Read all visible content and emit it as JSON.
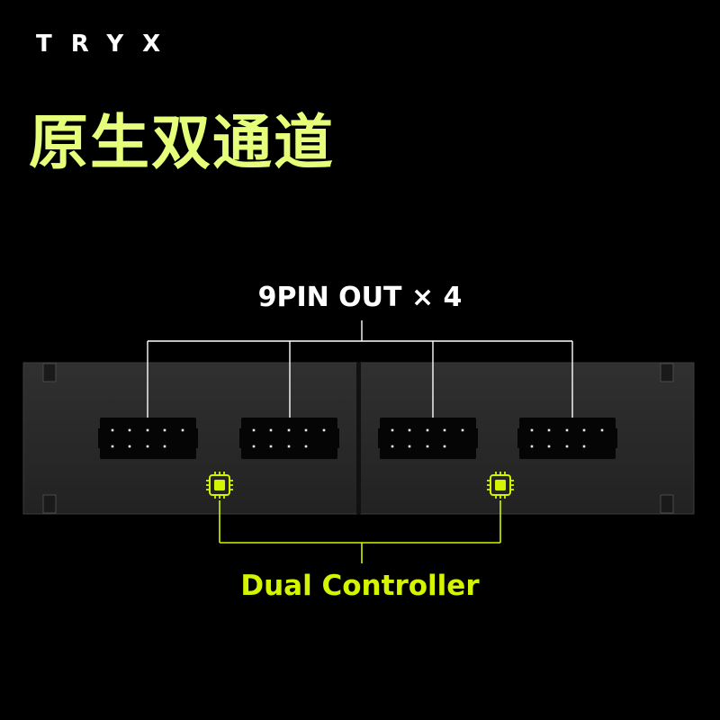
{
  "brand": {
    "name": "TRYX"
  },
  "headline": {
    "text": "原生双通道"
  },
  "pins": {
    "label": "9PIN OUT × 4"
  },
  "controller": {
    "label": "Dual Controller"
  },
  "colors": {
    "background": "#000000",
    "headline": "#e6ff7a",
    "accent": "#d4f400",
    "panel": "#2a2a2a",
    "port": "#050505",
    "line": "#ffffff"
  },
  "icons": [
    "chip-icon",
    "pin-header-connector"
  ]
}
